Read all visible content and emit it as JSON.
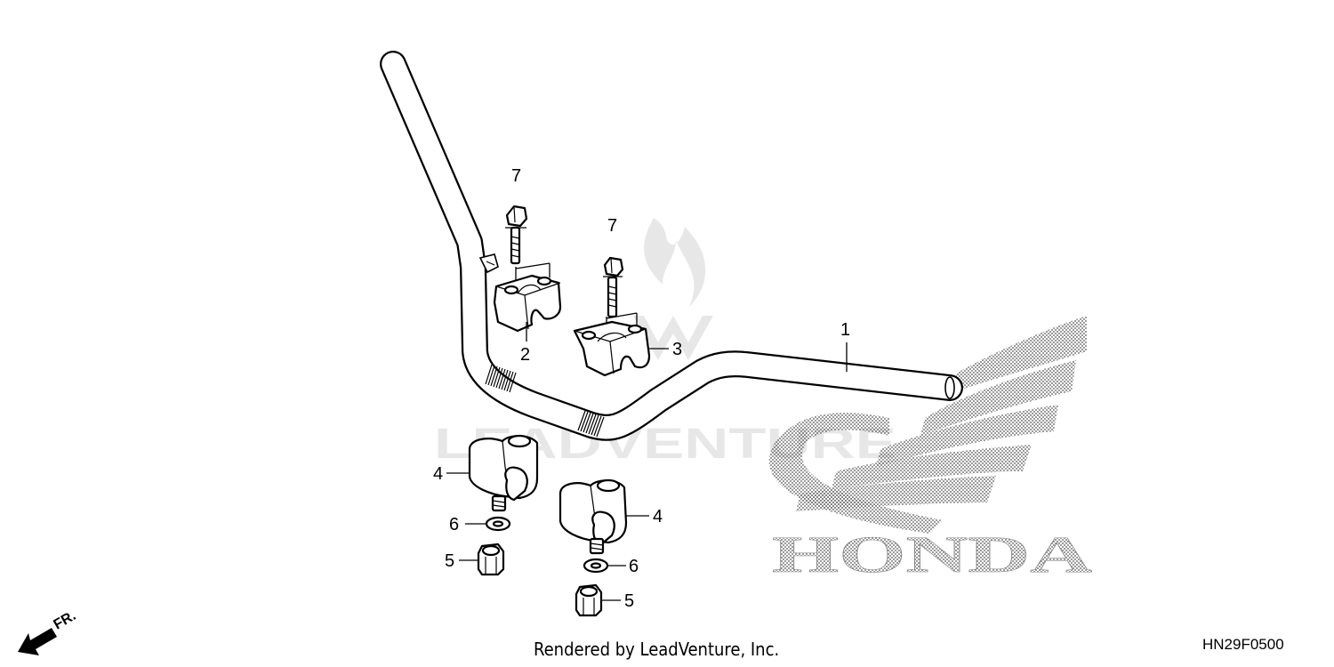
{
  "callouts": [
    {
      "id": "c1",
      "label": "1"
    },
    {
      "id": "c2",
      "label": "2"
    },
    {
      "id": "c3",
      "label": "3"
    },
    {
      "id": "c4a",
      "label": "4"
    },
    {
      "id": "c4b",
      "label": "4"
    },
    {
      "id": "c5a",
      "label": "5"
    },
    {
      "id": "c5b",
      "label": "5"
    },
    {
      "id": "c6a",
      "label": "6"
    },
    {
      "id": "c6b",
      "label": "6"
    },
    {
      "id": "c7a",
      "label": "7"
    },
    {
      "id": "c7b",
      "label": "7"
    }
  ],
  "direction_label": "FR.",
  "watermark_text": "LEADVENTURE",
  "logo_text": "HONDA",
  "footer": {
    "credit": "Rendered by LeadVenture, Inc.",
    "diagram_code": "HN29F0500"
  }
}
